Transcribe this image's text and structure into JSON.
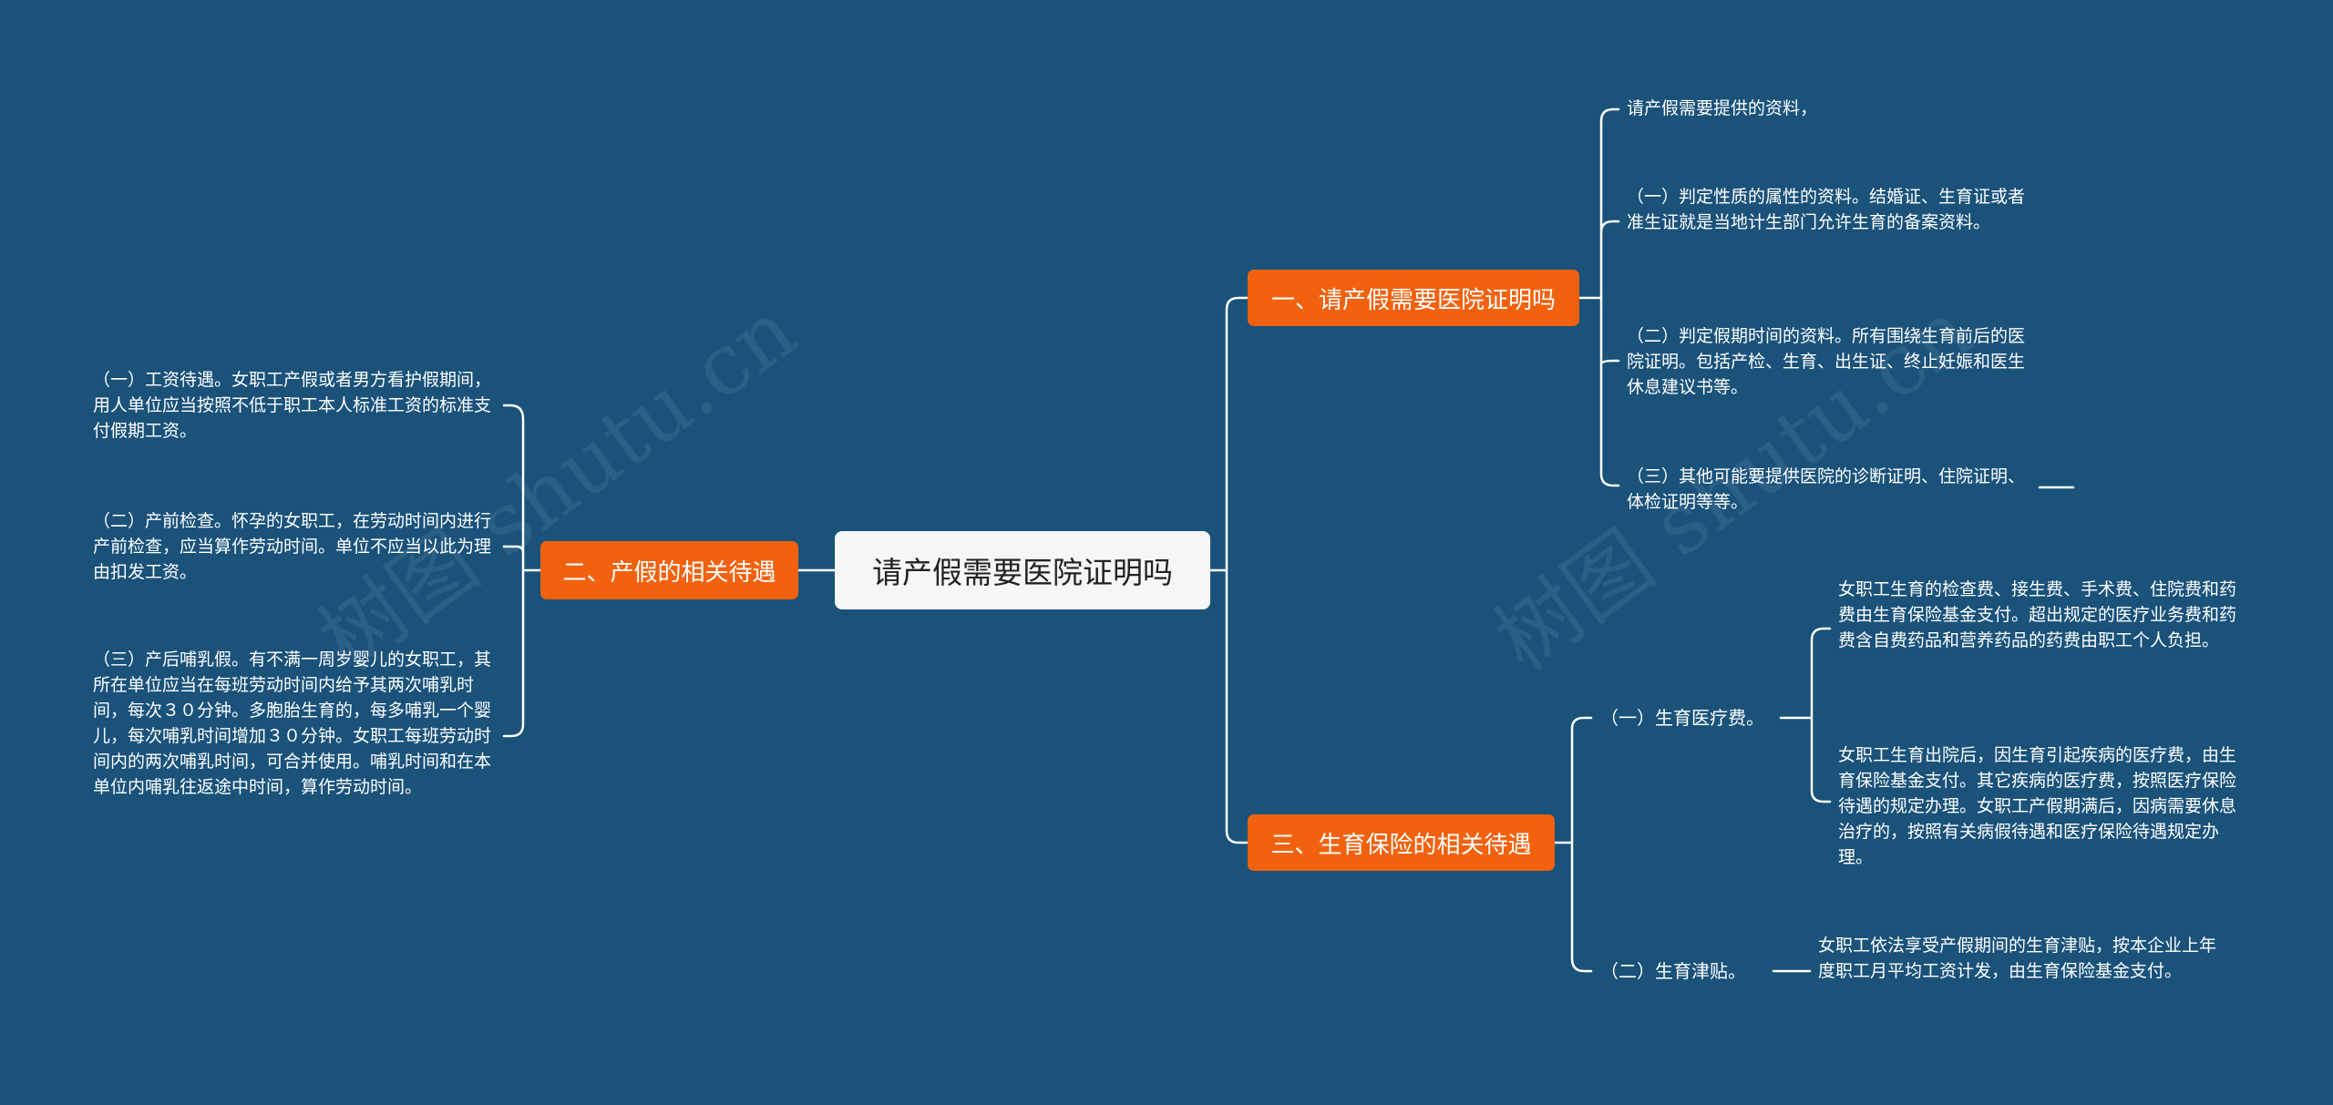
{
  "central": {
    "label": "请产假需要医院证明吗"
  },
  "watermark": "树图 shutu.cn",
  "colors": {
    "background": "#1a527a",
    "branch": "#f2620e",
    "central": "#f4f6f8",
    "line": "#ffffff"
  },
  "branches": [
    {
      "label": "一、请产假需要医院证明吗",
      "leaves": [
        "请产假需要提供的资料，",
        "（一）判定性质的属性的资料。结婚证、生育证或者准生证就是当地计生部门允许生育的备案资料。",
        "（二）判定假期时间的资料。所有围绕生育前后的医院证明。包括产检、生育、出生证、终止妊娠和医生休息建议书等。",
        "（三）其他可能要提供医院的诊断证明、住院证明、体检证明等等。"
      ]
    },
    {
      "label": "二、产假的相关待遇",
      "leaves": [
        "（一）工资待遇。女职工产假或者男方看护假期间，用人单位应当按照不低于职工本人标准工资的标准支付假期工资。",
        "（二）产前检查。怀孕的女职工，在劳动时间内进行产前检查，应当算作劳动时间。单位不应当以此为理由扣发工资。",
        "（三）产后哺乳假。有不满一周岁婴儿的女职工，其所在单位应当在每班劳动时间内给予其两次哺乳时间，每次３０分钟。多胞胎生育的，每多哺乳一个婴儿，每次哺乳时间增加３０分钟。女职工每班劳动时间内的两次哺乳时间，可合并使用。哺乳时间和在本单位内哺乳往返途中时间，算作劳动时间。"
      ]
    },
    {
      "label": "三、生育保险的相关待遇",
      "subs": [
        {
          "label": "（一）生育医疗费。",
          "leaves": [
            "女职工生育的检查费、接生费、手术费、住院费和药费由生育保险基金支付。超出规定的医疗业务费和药费含自费药品和营养药品的药费由职工个人负担。",
            "女职工生育出院后，因生育引起疾病的医疗费，由生育保险基金支付。其它疾病的医疗费，按照医疗保险待遇的规定办理。女职工产假期满后，因病需要休息治疗的，按照有关病假待遇和医疗保险待遇规定办理。"
          ]
        },
        {
          "label": "（二）生育津贴。",
          "leaves": [
            "女职工依法享受产假期间的生育津贴，按本企业上年度职工月平均工资计发，由生育保险基金支付。"
          ]
        }
      ]
    }
  ]
}
